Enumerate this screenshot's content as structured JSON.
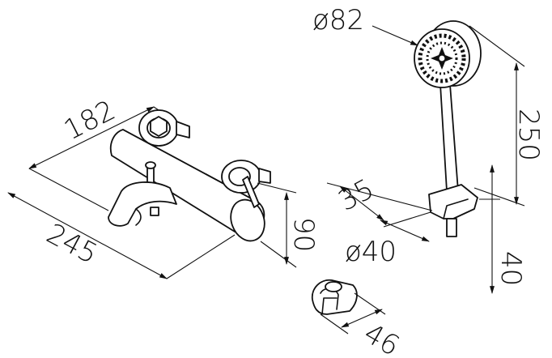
{
  "dimensions": {
    "mixer_depth": "182",
    "mixer_width": "245",
    "mixer_height": "90",
    "handshower_diameter": "ø82",
    "handshower_length": "250",
    "bracket_offset": "35",
    "bracket_diameter": "ø40",
    "bracket_height": "40",
    "holder_width": "46"
  }
}
